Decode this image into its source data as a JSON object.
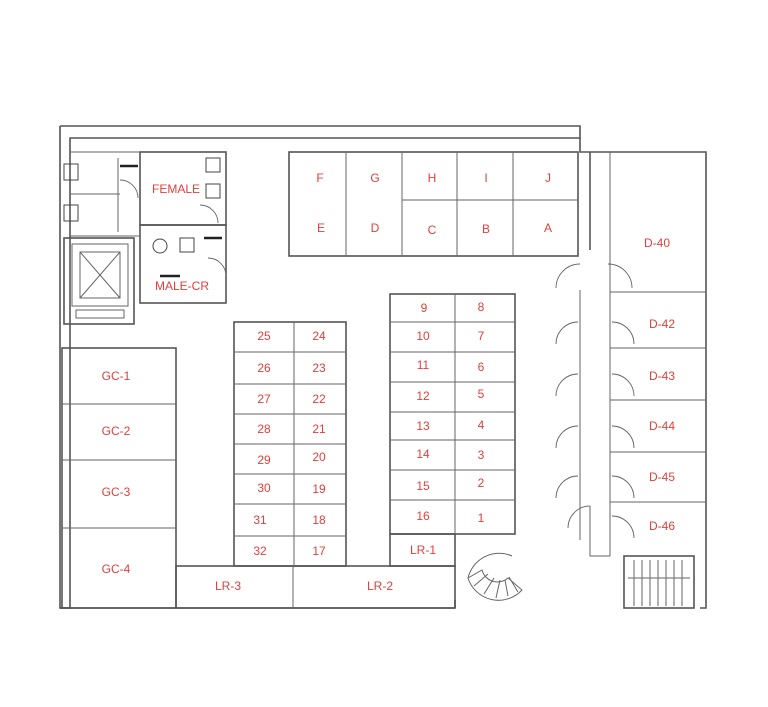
{
  "rooms": {
    "female_cr": "FEMALE",
    "male_cr": "MALE-CR",
    "stalls_top": [
      "F",
      "G",
      "H",
      "I",
      "J",
      "E",
      "D",
      "C",
      "B",
      "A"
    ],
    "dressing": [
      "D-40",
      "D-42",
      "D-43",
      "D-44",
      "D-45",
      "D-46"
    ],
    "gc": [
      "GC-1",
      "GC-2",
      "GC-3",
      "GC-4"
    ],
    "lr": [
      "LR-1",
      "LR-2",
      "LR-3"
    ],
    "left_block": [
      [
        "25",
        "24"
      ],
      [
        "26",
        "23"
      ],
      [
        "27",
        "22"
      ],
      [
        "28",
        "21"
      ],
      [
        "29",
        "20"
      ],
      [
        "30",
        "19"
      ],
      [
        "31",
        "18"
      ],
      [
        "32",
        "17"
      ]
    ],
    "right_block": [
      [
        "9",
        "8"
      ],
      [
        "10",
        "7"
      ],
      [
        "11",
        "6"
      ],
      [
        "12",
        "5"
      ],
      [
        "13",
        "4"
      ],
      [
        "14",
        "3"
      ],
      [
        "15",
        "2"
      ],
      [
        "16",
        "1"
      ]
    ]
  },
  "colors": {
    "label": "#e1403c",
    "wall": "#555555"
  }
}
